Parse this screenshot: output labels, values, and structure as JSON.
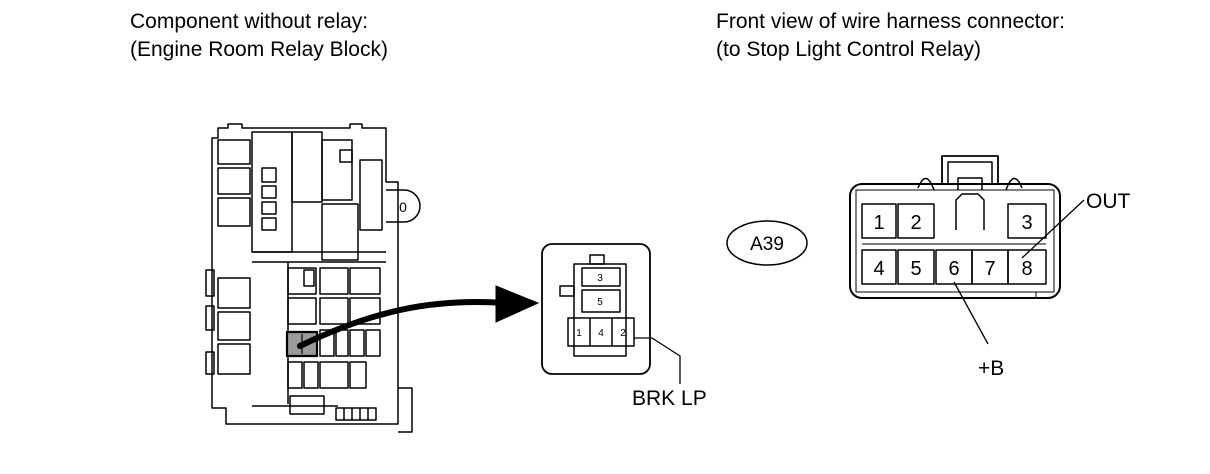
{
  "captions": {
    "left_line1": "Component without relay:",
    "left_line2": "(Engine Room Relay Block)",
    "right_line1": "Front view of wire harness connector:",
    "right_line2": "(to Stop Light Control Relay)"
  },
  "relay_block": {
    "side_mark": "0"
  },
  "socket_detail": {
    "pins_top": [
      "3",
      "5"
    ],
    "pins_bottom": [
      "1",
      "4",
      "2"
    ],
    "callout_label": "BRK LP"
  },
  "connector": {
    "code": "A39",
    "top_row": [
      "1",
      "2",
      "3"
    ],
    "bottom_row": [
      "4",
      "5",
      "6",
      "7",
      "8"
    ],
    "label_out": "OUT",
    "label_b": "+B"
  },
  "colors": {
    "line": "#000000",
    "shade": "#9a9a9a",
    "background": "#ffffff"
  }
}
